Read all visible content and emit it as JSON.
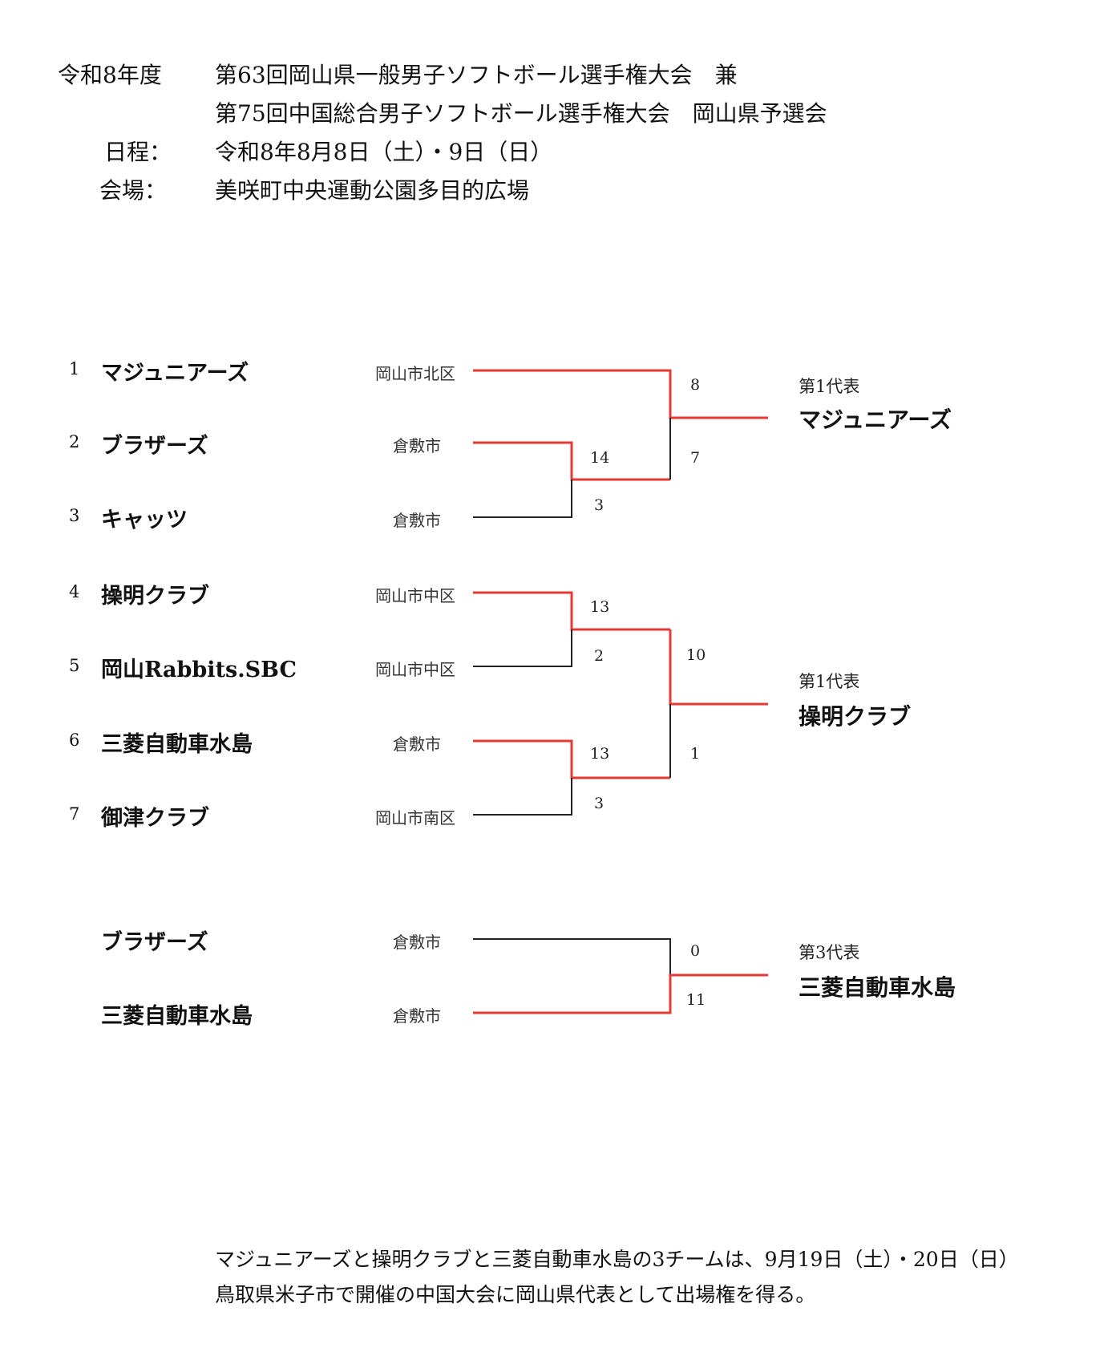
{
  "header": {
    "year": "令和8年度",
    "title_line1": "第63回岡山県一般男子ソフトボール選手権大会　兼",
    "title_line2": "第75回中国総合男子ソフトボール選手権大会　岡山県予選会",
    "date_label": "日程：",
    "date_value": "令和8年8月8日（土）・9日（日）",
    "venue_label": "会場：",
    "venue_value": "美咲町中央運動公園多目的広場"
  },
  "teams": [
    {
      "no": "1",
      "name": "マジュニアーズ",
      "city": "岡山市北区"
    },
    {
      "no": "2",
      "name": "ブラザーズ",
      "city": "倉敷市"
    },
    {
      "no": "3",
      "name": "キャッツ",
      "city": "倉敷市"
    },
    {
      "no": "4",
      "name": "操明クラブ",
      "city": "岡山市中区"
    },
    {
      "no": "5",
      "name": "岡山Rabbits.SBC",
      "city": "岡山市中区"
    },
    {
      "no": "6",
      "name": "三菱自動車水島",
      "city": "倉敷市"
    },
    {
      "no": "7",
      "name": "御津クラブ",
      "city": "岡山市南区"
    }
  ],
  "playoff": [
    {
      "name": "ブラザーズ",
      "city": "倉敷市"
    },
    {
      "name": "三菱自動車水島",
      "city": "倉敷市"
    }
  ],
  "scores": {
    "m1_top": "14",
    "m1_bot": "3",
    "m2_top": "8",
    "m2_bot": "7",
    "m3_top": "13",
    "m3_bot": "2",
    "m4_top": "13",
    "m4_bot": "3",
    "m5_top": "10",
    "m5_bot": "1",
    "m6_top": "0",
    "m6_bot": "11"
  },
  "winners": [
    {
      "label": "第1代表",
      "name": "マジュニアーズ"
    },
    {
      "label": "第1代表",
      "name": "操明クラブ"
    },
    {
      "label": "第3代表",
      "name": "三菱自動車水島"
    }
  ],
  "footer": {
    "line1": "マジュニアーズと操明クラブと三菱自動車水島の3チームは、9月19日（土）・20日（日）",
    "line2": "鳥取県米子市で開催の中国大会に岡山県代表として出場権を得る。"
  },
  "colors": {
    "win_line": "#e53935",
    "lose_line": "#222222"
  }
}
